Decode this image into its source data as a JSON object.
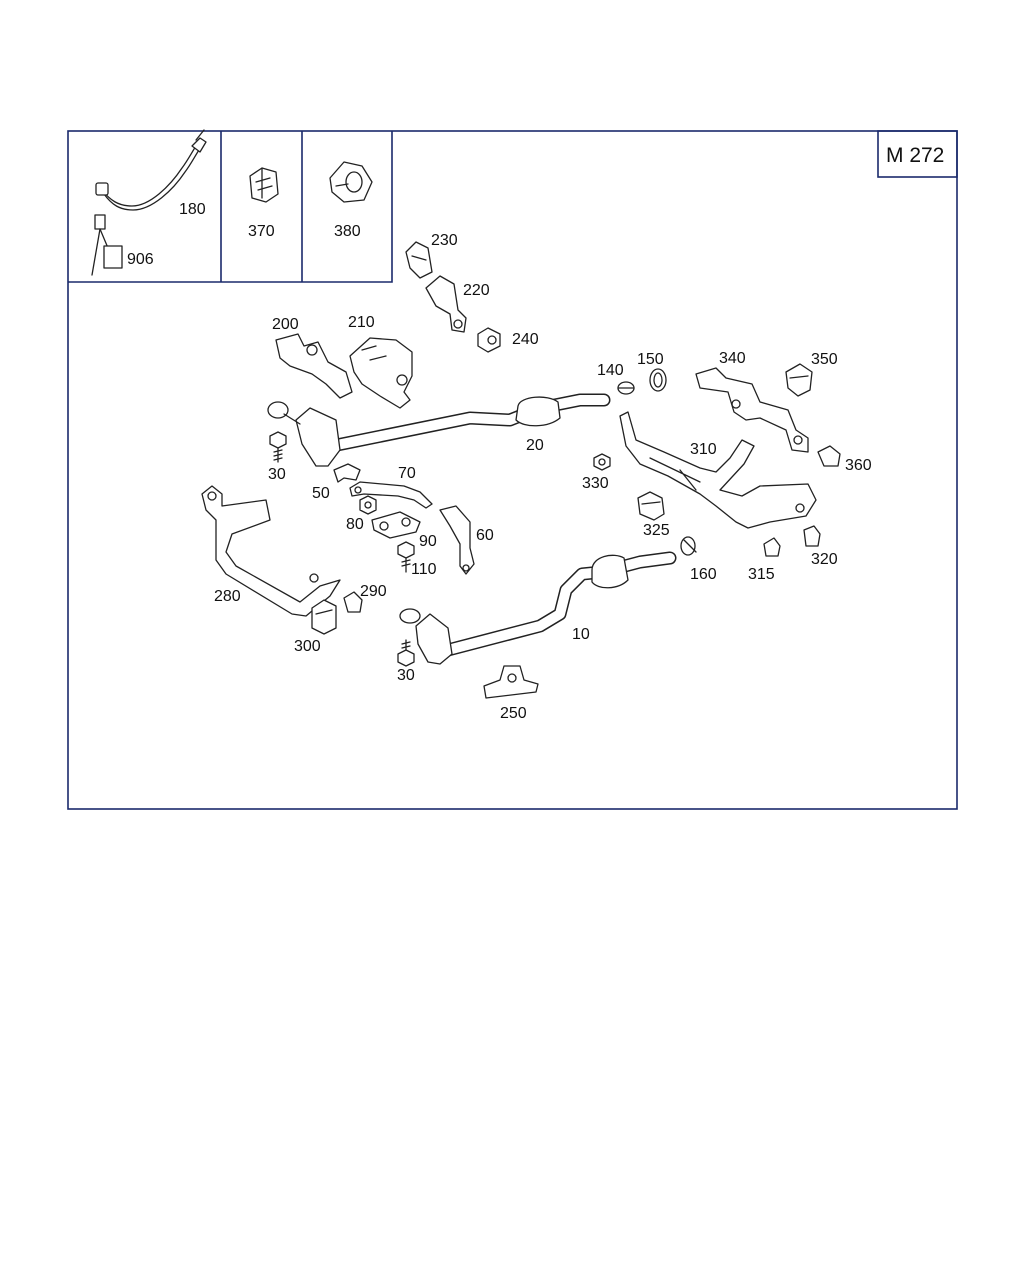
{
  "diagram": {
    "model_code": "M 272",
    "labels": {
      "p10": "10",
      "p20": "20",
      "p30a": "30",
      "p30b": "30",
      "p50": "50",
      "p60": "60",
      "p70": "70",
      "p80": "80",
      "p90": "90",
      "p110": "110",
      "p140": "140",
      "p150": "150",
      "p160": "160",
      "p180": "180",
      "p200": "200",
      "p210": "210",
      "p220": "220",
      "p230": "230",
      "p240": "240",
      "p250": "250",
      "p280": "280",
      "p290": "290",
      "p300": "300",
      "p310": "310",
      "p315": "315",
      "p320": "320",
      "p325": "325",
      "p330": "330",
      "p340": "340",
      "p350": "350",
      "p360": "360",
      "p370": "370",
      "p380": "380",
      "p906": "906"
    }
  }
}
